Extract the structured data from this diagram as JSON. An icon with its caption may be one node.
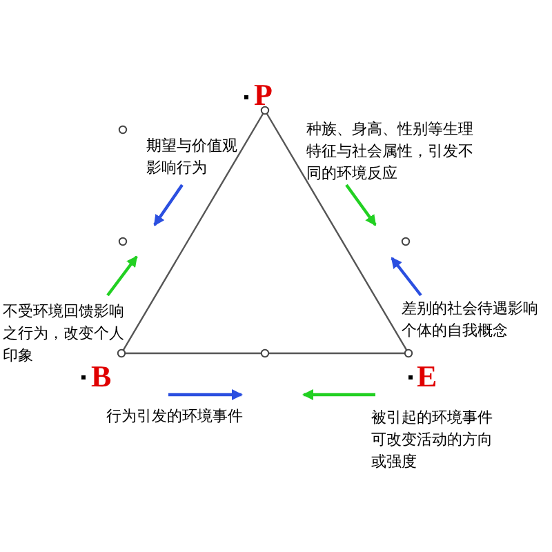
{
  "diagram": {
    "nodes": [
      {
        "text": [
          "P"
        ]
      },
      {
        "text": [
          "B"
        ]
      },
      {
        "text": [
          "E"
        ]
      }
    ],
    "edges": [
      {
        "from": 0,
        "to": 1,
        "arrow": "none"
      },
      {
        "from": 1,
        "to": 2,
        "arrow": "none"
      },
      {
        "from": 0,
        "to": 2,
        "arrow": "none"
      }
    ],
    "labels": [
      "期望与价值观影响行为",
      "种族、身高、性别等生理特征与社会属性，引发不同的环境反应",
      "不受环境回馈影响之行为，改变个人印象",
      "差别的社会待遇影响个体的自我概念",
      "行为引发的环境事件",
      "被引起的环境事件可改变活动的方向或强度"
    ]
  }
}
